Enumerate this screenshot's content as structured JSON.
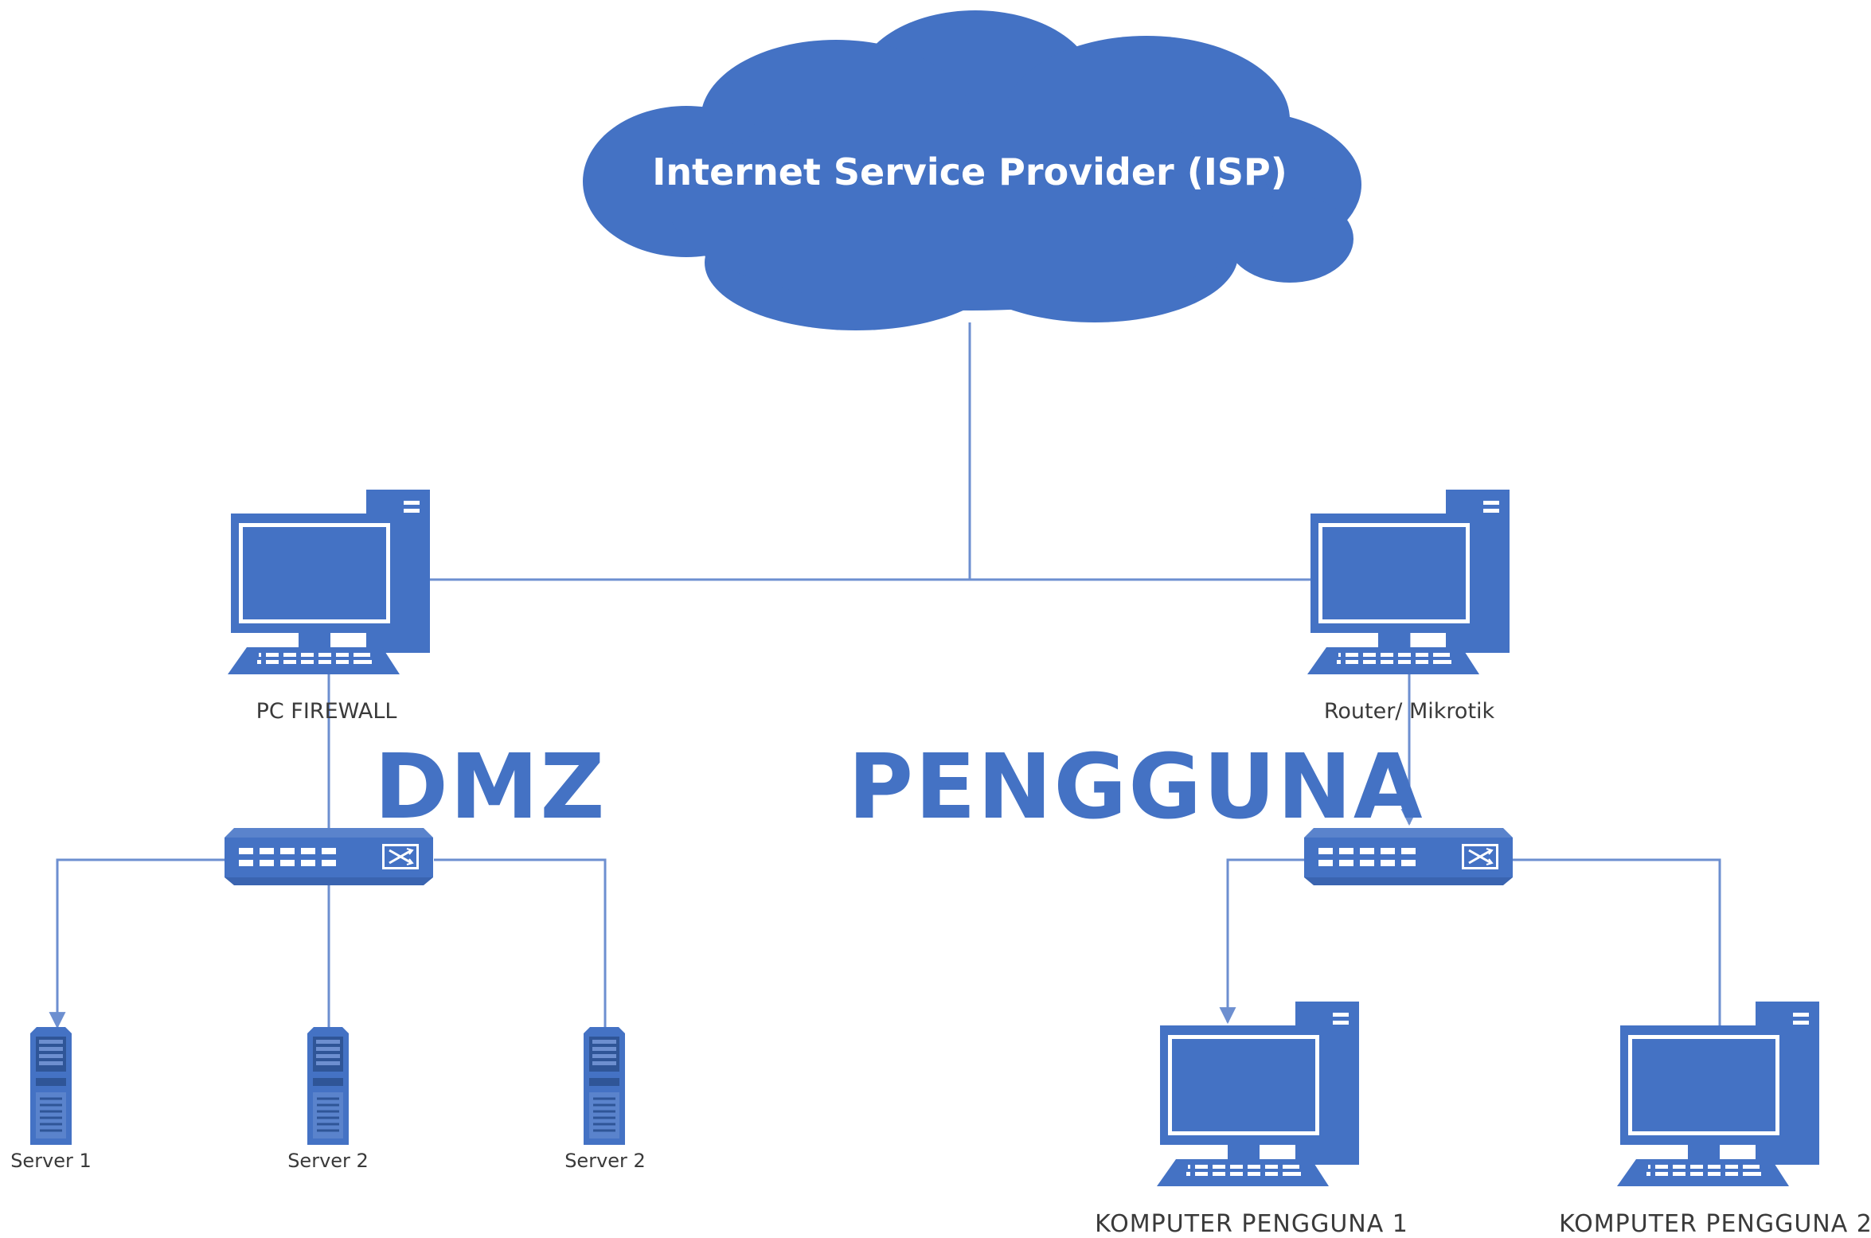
{
  "colors": {
    "device": "#4472C4",
    "link": "#6D8FD0",
    "text": "#3a3a3a",
    "cloud_text": "#ffffff"
  },
  "cloud": {
    "label": "Internet Service Provider (ISP)",
    "icon": "cloud-icon"
  },
  "zones": {
    "left": "DMZ",
    "right": "PENGGUNA"
  },
  "devices": {
    "firewall": {
      "label": "PC FIREWALL",
      "icon": "desktop-computer-icon"
    },
    "router": {
      "label": "Router/ Mikrotik",
      "icon": "desktop-computer-icon"
    },
    "switch_dmz": {
      "icon": "network-switch-icon"
    },
    "switch_user": {
      "icon": "network-switch-icon"
    },
    "servers": [
      {
        "label": "Server 1",
        "icon": "server-tower-icon"
      },
      {
        "label": "Server 2",
        "icon": "server-tower-icon"
      },
      {
        "label": "Server 2",
        "icon": "server-tower-icon"
      }
    ],
    "clients": [
      {
        "label": "KOMPUTER PENGGUNA 1",
        "icon": "desktop-computer-icon"
      },
      {
        "label": "KOMPUTER PENGGUNA 2",
        "icon": "desktop-computer-icon"
      }
    ]
  }
}
